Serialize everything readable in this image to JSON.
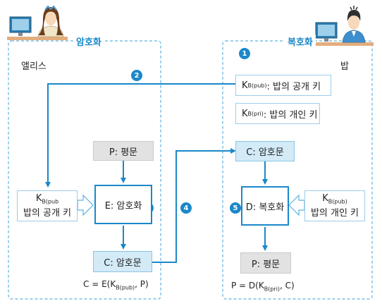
{
  "alice": {
    "section_title": "암호화",
    "name": "앨리스"
  },
  "bob": {
    "section_title": "복호화",
    "name": "밥"
  },
  "steps": [
    "1",
    "2",
    "3",
    "4",
    "5"
  ],
  "bob_keys": {
    "pub": {
      "k": "K",
      "sub": "B(pub)",
      "text": ": 밥의 공개 키"
    },
    "pri": {
      "k": "K",
      "sub": "B(pri)",
      "text": ": 밥의 개인 키"
    }
  },
  "alice_side": {
    "plaintext": "P: 평문",
    "encrypt": "E: 암호화",
    "ciphertext": "C: 암호문",
    "key_box": {
      "k": "K",
      "sub": "B(pub",
      "text": "밥의 공개 키"
    },
    "formula": {
      "prefix": "C = E(K",
      "sub": "B(pub)",
      "suffix": ", P)"
    }
  },
  "bob_side": {
    "ciphertext": "C: 암호문",
    "decrypt": "D: 복호화",
    "plaintext": "P: 평문",
    "key_box": {
      "k": "K",
      "sub": "B(pub)",
      "text": "밥의 개인 키"
    },
    "formula": {
      "prefix": "P = D(K",
      "sub": "B(pri)",
      "suffix": ", C)"
    }
  },
  "colors": {
    "accent": "#1a88c9",
    "dashed_border": "#5fb2e0",
    "light_fill": "#d3eaf7",
    "gray_fill": "#e2e2e2"
  }
}
